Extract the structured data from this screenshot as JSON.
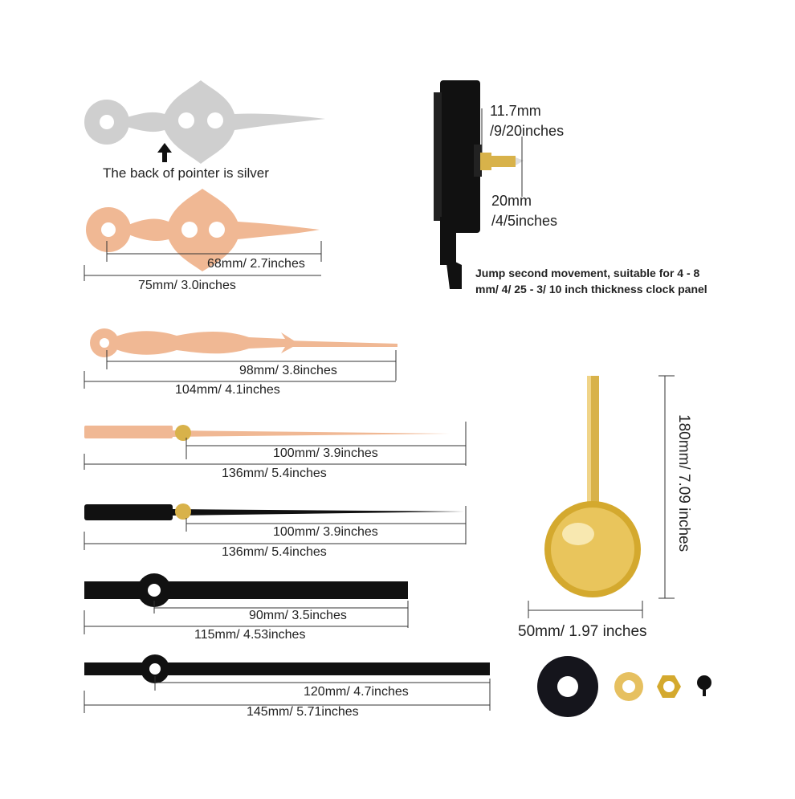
{
  "colors": {
    "silver": "#cfcfcf",
    "rose": "#f0b894",
    "black": "#111111",
    "gold": "#d8b24a",
    "dim": "#333333"
  },
  "notes": {
    "silver_back": "The back of pointer is silver"
  },
  "hands": [
    {
      "id": "ornate-short",
      "inner": "68mm/ 2.7inches",
      "outer": "75mm/ 3.0inches"
    },
    {
      "id": "ornate-long",
      "inner": "98mm/ 3.8inches",
      "outer": "104mm/ 4.1inches"
    },
    {
      "id": "second-rose",
      "inner": "100mm/ 3.9inches",
      "outer": "136mm/ 5.4inches"
    },
    {
      "id": "second-black",
      "inner": "100mm/ 3.9inches",
      "outer": "136mm/ 5.4inches"
    },
    {
      "id": "hour-black",
      "inner": "90mm/ 3.5inches",
      "outer": "115mm/ 4.53inches"
    },
    {
      "id": "minute-black",
      "inner": "120mm/ 4.7inches",
      "outer": "145mm/ 5.71inches"
    }
  ],
  "movement": {
    "shaft_length": "11.7mm",
    "shaft_length_in": "/9/20inches",
    "thread_length": "20mm",
    "thread_length_in": "/4/5inches",
    "description": "Jump second movement, suitable for 4 - 8 mm/ 4/ 25 - 3/ 10 inch thickness clock panel"
  },
  "pendulum": {
    "length": "180mm/ 7.09 inches",
    "diameter": "50mm/ 1.97 inches"
  }
}
